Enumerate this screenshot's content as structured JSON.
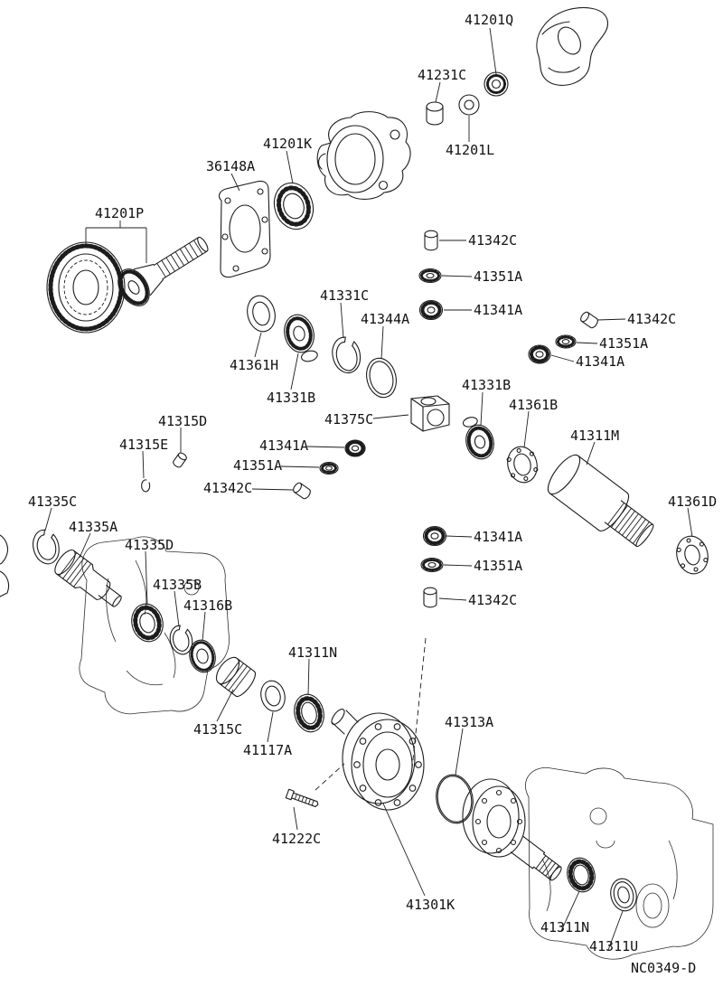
{
  "diagram": {
    "drawing_number": "NC0349-D",
    "labels": [
      "41201Q",
      "41231C",
      "41201K",
      "41201L",
      "36148A",
      "41201P",
      "41342C",
      "41351A",
      "41331C",
      "41341A",
      "41344A",
      "41342C",
      "41351A",
      "41341A",
      "41361H",
      "41331B",
      "41331B",
      "41361B",
      "41375C",
      "41315D",
      "41315E",
      "41341A",
      "41311M",
      "41351A",
      "41342C",
      "41335C",
      "41361D",
      "41335A",
      "41335D",
      "41341A",
      "41351A",
      "41335B",
      "41316B",
      "41342C",
      "41311N",
      "41313A",
      "41315C",
      "41117A",
      "41222C",
      "41301K",
      "41311N",
      "41311U"
    ]
  }
}
